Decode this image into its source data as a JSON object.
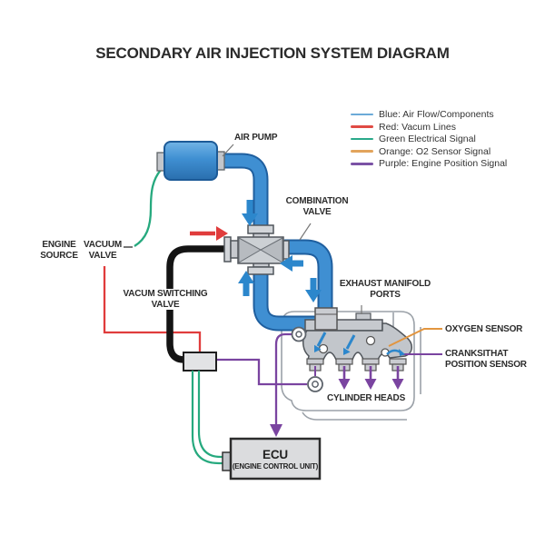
{
  "title": "SECONDARY AIR INJECTION SYSTEM DIAGRAM",
  "legend": {
    "items": [
      {
        "label": "Blue: Air Flow/Components",
        "color": "#6baad8"
      },
      {
        "label": "Red: Vacum Lines",
        "color": "#e04b44"
      },
      {
        "label": "Green Electrical Signal",
        "color": "#2aa98a"
      },
      {
        "label": "Orange: O2 Sensor Signal",
        "color": "#e2a45c"
      },
      {
        "label": "Purple: Engine Position Signal",
        "color": "#7b52a5"
      }
    ]
  },
  "labels": {
    "air_pump": "AIR PUMP",
    "combination_valve_1": "COMBINATION",
    "combination_valve_2": "VALVE",
    "engine_source_1": "ENGINE",
    "engine_source_2": "SOURCE",
    "vacuum_valve_1": "VACUUM",
    "vacuum_valve_2": "VALVE",
    "switching_valve_1": "VACUM SWITCHING",
    "switching_valve_2": "VALVE",
    "manifold_ports_1": "EXHAUST MANIFOLD",
    "manifold_ports_2": "PORTS",
    "oxygen_sensor": "OXYGEN SENSOR",
    "crank_sensor_1": "CRANKSITHAT",
    "crank_sensor_2": "POSITION SENSOR",
    "cylinder_heads": "CYLINDER HEADS",
    "ecu_title": "ECU",
    "ecu_subtitle": "(ENGINE CONTROL UNIT)"
  },
  "colors": {
    "air_flow_blue": "#3f8fd2",
    "pipe_border_blue": "#1f5f9f",
    "arrow_blue": "#2c87cc",
    "vacuum_red": "#e03c3c",
    "electrical_green": "#26a97e",
    "engine_position_purple": "#7a44a0",
    "o2_sensor_orange": "#e2953f",
    "vacuum_pipe_black": "#141414",
    "component_gray": "#c6c9ce",
    "engine_outline_gray": "#9ba1a8",
    "text_dark": "#2b2b2b"
  }
}
